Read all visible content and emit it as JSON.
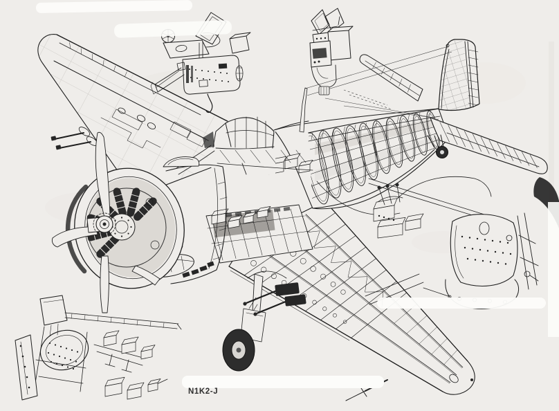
{
  "page": {
    "background": "#efedea",
    "ink": "#1e1e1e",
    "shade": "#cfccc6",
    "paper_patch": "#fcfcfa"
  },
  "caption": {
    "label": "N1K2-J"
  },
  "illustration": {
    "kind": "aircraft cutaway technical line drawing (scanned)",
    "aircraft_label": "N1K2-J",
    "main_components": [
      "four-blade propeller",
      "radial engine cutaway",
      "engine cowling",
      "carburettor intake",
      "drop tank",
      "port wing with twin cannon",
      "starboard wing structural cutaway",
      "combat flap structure",
      "main landing gear and wheel",
      "cockpit canopy",
      "antenna mast and aerial wires",
      "rear fuselage frames and stringers",
      "tail fin and rudder cutaway",
      "port tailplane",
      "starboard tailplane",
      "tailwheel",
      "pitot tube"
    ],
    "detail_insets": [
      "gun camera / gunsight unit (top centre)",
      "radio installation (top right)",
      "pilot seat and side console (right)",
      "cockpit interior structure (bottom left)"
    ]
  }
}
